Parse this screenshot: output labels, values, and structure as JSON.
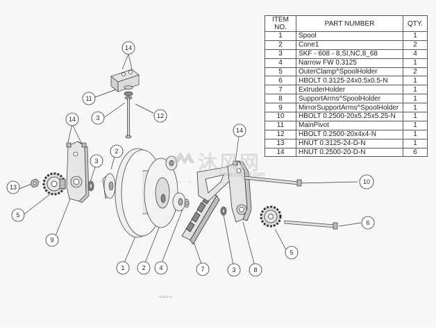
{
  "bom": {
    "headers": {
      "item": "ITEM NO.",
      "part": "PART NUMBER",
      "qty": "QTY."
    },
    "rows": [
      {
        "item": "1",
        "part": "Spool",
        "qty": "1"
      },
      {
        "item": "2",
        "part": "Cone1",
        "qty": "2"
      },
      {
        "item": "3",
        "part": "SKF - 608 - 8,SI,NC,8_68",
        "qty": "4"
      },
      {
        "item": "4",
        "part": "Narrow FW 0.3125",
        "qty": "1"
      },
      {
        "item": "5",
        "part": "OuterClamp^SpoolHolder",
        "qty": "2"
      },
      {
        "item": "6",
        "part": "HBOLT 0.3125-24x0.5x0.5-N",
        "qty": "1"
      },
      {
        "item": "7",
        "part": "ExtruderHolder",
        "qty": "1"
      },
      {
        "item": "8",
        "part": "SupportArms^SpoolHolder",
        "qty": "1"
      },
      {
        "item": "9",
        "part": "MirrorSupportArms^SpoolHolder",
        "qty": "1"
      },
      {
        "item": "10",
        "part": "HBOLT 0.2500-20x5.25x5.25-N",
        "qty": "1"
      },
      {
        "item": "11",
        "part": "MainPivot",
        "qty": "1"
      },
      {
        "item": "12",
        "part": "HBOLT 0.2500-20x4x4-N",
        "qty": "1"
      },
      {
        "item": "13",
        "part": "HNUT 0.3125-24-D-N",
        "qty": "1"
      },
      {
        "item": "14",
        "part": "HNUT 0.2500-20-D-N",
        "qty": "6"
      }
    ]
  },
  "balloons": {
    "b14_top": "14",
    "b11": "11",
    "b3_top": "3",
    "b12": "12",
    "b14_left": "14",
    "b2_top": "2",
    "b3_left": "3",
    "b13": "13",
    "b5_left": "5",
    "b9": "9",
    "b14_right": "14",
    "b10": "10",
    "b6": "6",
    "b5_right": "5",
    "b1": "1",
    "b2_bottom": "2",
    "b4": "4",
    "b7": "7",
    "b3_bottom": "3",
    "b8": "8"
  },
  "sheet": {
    "scale": "SCALE 1:1"
  },
  "watermark": {
    "text": "沐风网",
    "url": "www.mfcad.com"
  }
}
